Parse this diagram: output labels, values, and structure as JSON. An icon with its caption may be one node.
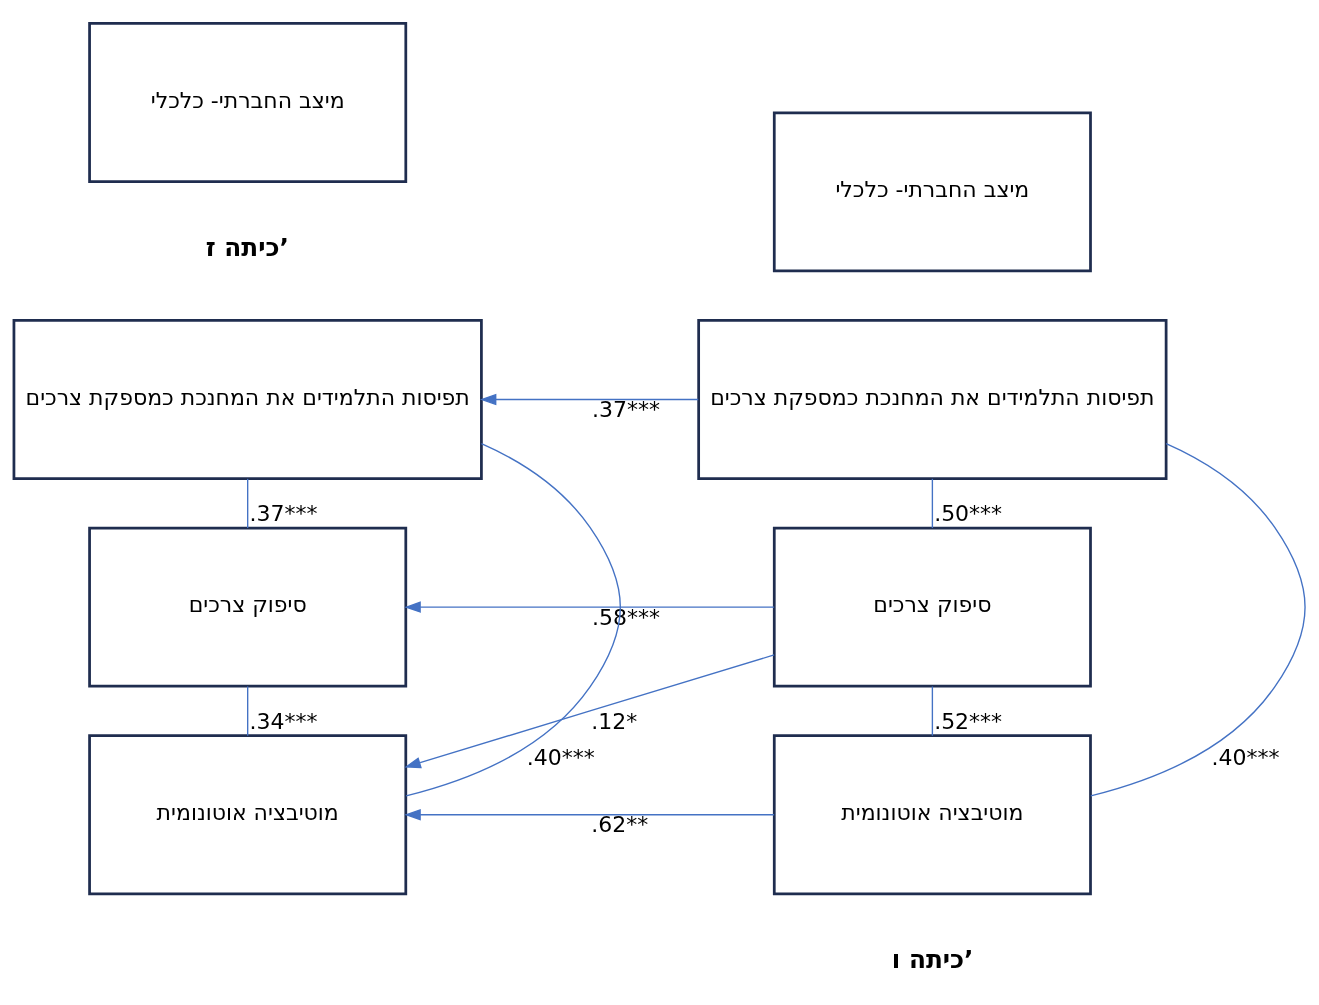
{
  "diagram": {
    "nodes": [
      {
        "text": [
          "תפיסות התלמידים את המחנכת כמספקת צרכים"
        ]
      },
      {
        "text": [
          "סיפוק צרכים"
        ]
      },
      {
        "text": [
          "מוטיבציה אוטונומית"
        ]
      },
      {
        "text": [
          "מיצב החברתי- כלכלי"
        ]
      },
      {
        "text": [
          "תפיסות התלמידים את המחנכת כמספקת צרכים"
        ]
      },
      {
        "text": [
          "סיפוק צרכים"
        ]
      },
      {
        "text": [
          "מוטיבציה אוטונומית"
        ]
      },
      {
        "text": [
          "מיצב החברתי- כלכלי"
        ]
      }
    ],
    "edges": [
      {
        "from": 0,
        "to": 4,
        "arrow": "to",
        "label": ".37***"
      },
      {
        "from": 1,
        "to": 5,
        "arrow": "to",
        "label": ".58***"
      },
      {
        "from": 1,
        "to": 6,
        "arrow": "to",
        "label": ".12*"
      },
      {
        "from": 2,
        "to": 6,
        "arrow": "to",
        "label": ".62**"
      },
      {
        "from": 0,
        "to": 1,
        "arrow": "none",
        "label": ".50***"
      },
      {
        "from": 1,
        "to": 2,
        "arrow": "none",
        "label": ".52***"
      },
      {
        "from": 0,
        "to": 2,
        "arrow": "none",
        "label": ".40***"
      },
      {
        "from": 4,
        "to": 5,
        "arrow": "none",
        "label": ".37***"
      },
      {
        "from": 5,
        "to": 6,
        "arrow": "none",
        "label": ".34***"
      },
      {
        "from": 4,
        "to": 6,
        "arrow": "none",
        "label": ".40***"
      }
    ],
    "labels": [
      "כיתה ז’",
      "כיתה ו’"
    ]
  }
}
